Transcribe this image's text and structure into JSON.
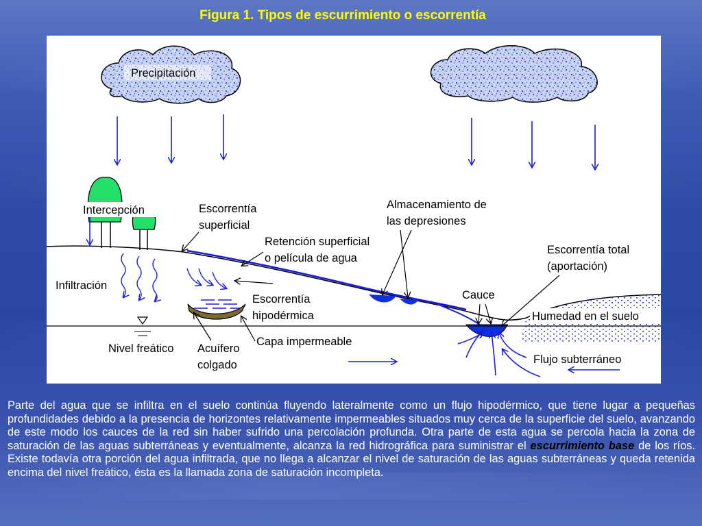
{
  "title": "Figura 1. Tipos de escurrimiento o escorrentía",
  "diagram": {
    "labels": {
      "precipitacion": "Precipitación",
      "intercepcion": "Intercepción",
      "escorrentia_superficial_1": "Escorrentía",
      "escorrentia_superficial_2": "superficial",
      "almacenamiento_1": "Almacenamiento de",
      "almacenamiento_2": "las depresiones",
      "retencion_1": "Retención superficial",
      "retencion_2": "o película de agua",
      "escorrentia_total_1": "Escorrentía total",
      "escorrentia_total_2": "(aportación)",
      "infiltracion": "Infiltración",
      "escorrentia_hipo_1": "Escorrentía",
      "escorrentia_hipo_2": "hipodérmica",
      "cauce": "Cauce",
      "humedad": "Humedad en el suelo",
      "nivel_freatico": "Nivel freático",
      "acuifero_1": "Acuífero",
      "acuifero_2": "colgado",
      "capa_impermeable": "Capa impermeable",
      "flujo_subterraneo": "Flujo subterráneo"
    },
    "colors": {
      "arrow": "#1a1adb",
      "water": "#1030e0",
      "tree": "#22e06a",
      "cloud": "#6a84d8",
      "aquifer": "#7a6a2e"
    }
  },
  "caption": {
    "part1": "Parte del agua que se infiltra en el suelo continúa fluyendo lateralmente como un flujo hipodérmico, que tiene lugar a pequeñas profundidades debido a la presencia de horizontes relativamente impermeables situados muy cerca de la superficie del suelo, avanzando de este modo los cauces de la red sin haber sufrido una percolación profunda. Otra parte de esta agua se percola hacia la zona de saturación de las aguas subterráneas y eventualmente, alcanza la red hidrográfica para suministrar el ",
    "emphasis": "escurrimiento base",
    "part2": " de los ríos. Existe todavía otra porción del agua infiltrada, que no llega a alcanzar el nivel de saturación de las aguas subterráneas y queda retenida encima del nivel freático, ésta es la llamada zona de saturación incompleta."
  }
}
